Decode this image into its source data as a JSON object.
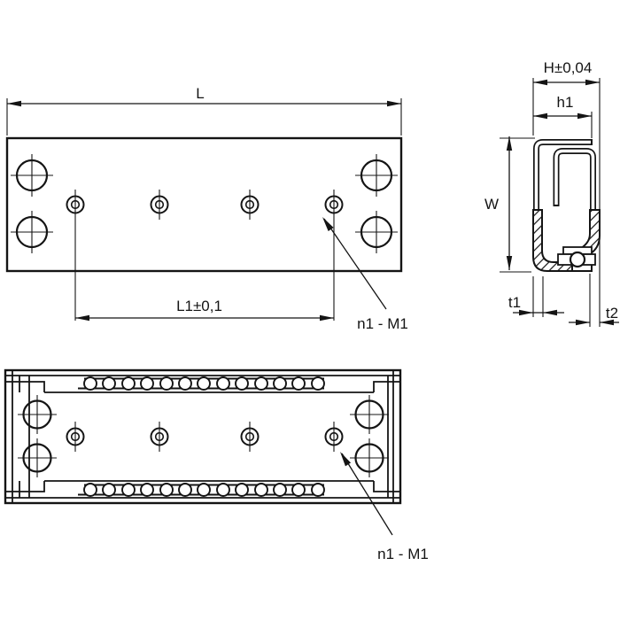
{
  "drawing": {
    "background": "#ffffff",
    "line_color": "#141414",
    "top_view": {
      "length_label": "L",
      "hole_spacing_label": "L1±0,1",
      "thread_callout": "n1 - M1"
    },
    "section_view": {
      "overall_width_label": "H±0,04",
      "inner_width_label": "h1",
      "height_label": "W",
      "front_thickness_label": "t1",
      "back_thickness_label": "t2"
    },
    "bottom_view": {
      "thread_callout": "n1 - M1"
    }
  }
}
